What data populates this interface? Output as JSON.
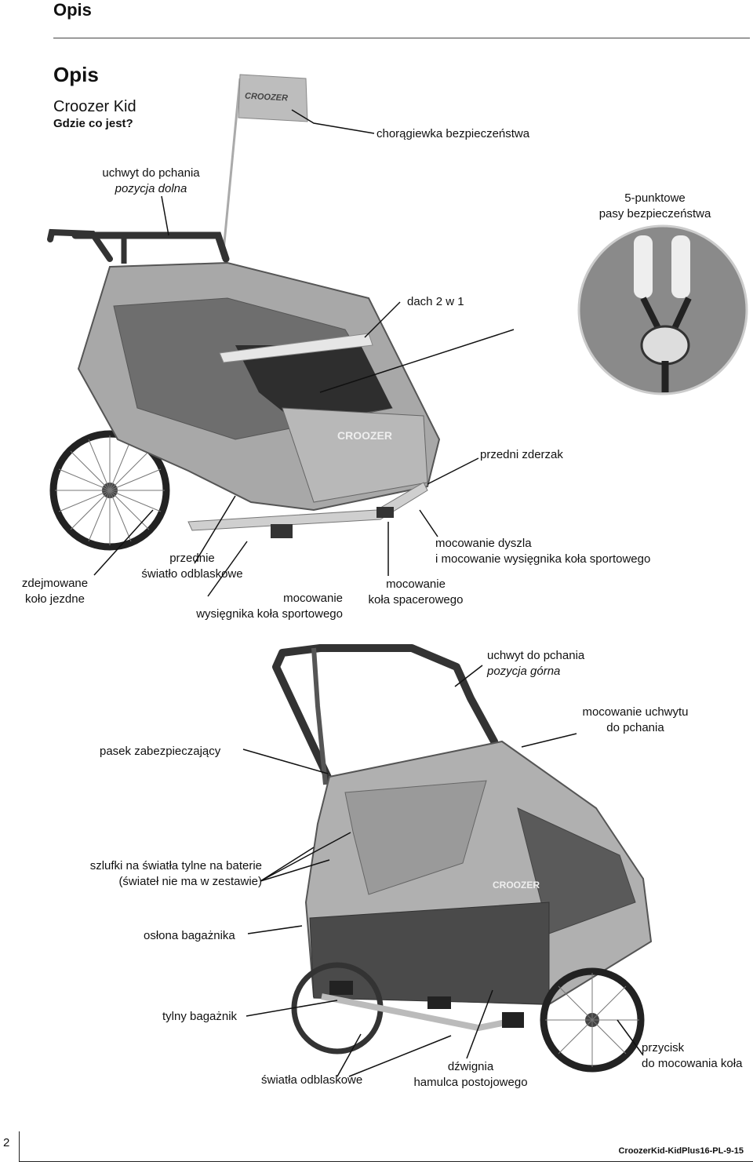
{
  "header": {
    "section": "Opis"
  },
  "title": "Opis",
  "product": "Croozer Kid",
  "subtitle": "Gdzie co jest?",
  "labels": {
    "flag": "chorągiewka bezpieczeństwa",
    "push_low": "uchwyt do pchania",
    "push_low_sub": "pozycja dolna",
    "harness_1": "5-punktowe",
    "harness_2": "pasy bezpieczeństwa",
    "roof": "dach 2 w 1",
    "bumper": "przedni zderzak",
    "tow_1": "mocowanie dyszla",
    "tow_2": "i mocowanie wysięgnika koła sportowego",
    "wheel_1": "zdejmowane",
    "wheel_2": "koło jezdne",
    "reflector_1": "przednie",
    "reflector_2": "światło odblaskowe",
    "jog_1": "mocowanie",
    "jog_2": "wysięgnika koła sportowego",
    "stroll_1": "mocowanie",
    "stroll_2": "koła spacerowego",
    "push_high": "uchwyt do pchania",
    "push_high_sub": "pozycja górna",
    "strap": "pasek zabezpieczający",
    "handle_mount_1": "mocowanie uchwytu",
    "handle_mount_2": "do pchania",
    "loops_1": "szlufki na światła tylne na baterie",
    "loops_2": "(świateł nie ma w zestawie)",
    "cover": "osłona bagażnika",
    "rack": "tylny bagażnik",
    "reflectors": "światła odblaskowe",
    "brake_1": "dźwignia",
    "brake_2": "hamulca postojowego",
    "button_1": "przycisk",
    "button_2": "do mocowania koła"
  },
  "flag_text": "CROOZER",
  "brand_text": "CROOZER",
  "footer": {
    "page": "2",
    "doc_id": "CroozerKid-KidPlus16-PL-9-15"
  }
}
